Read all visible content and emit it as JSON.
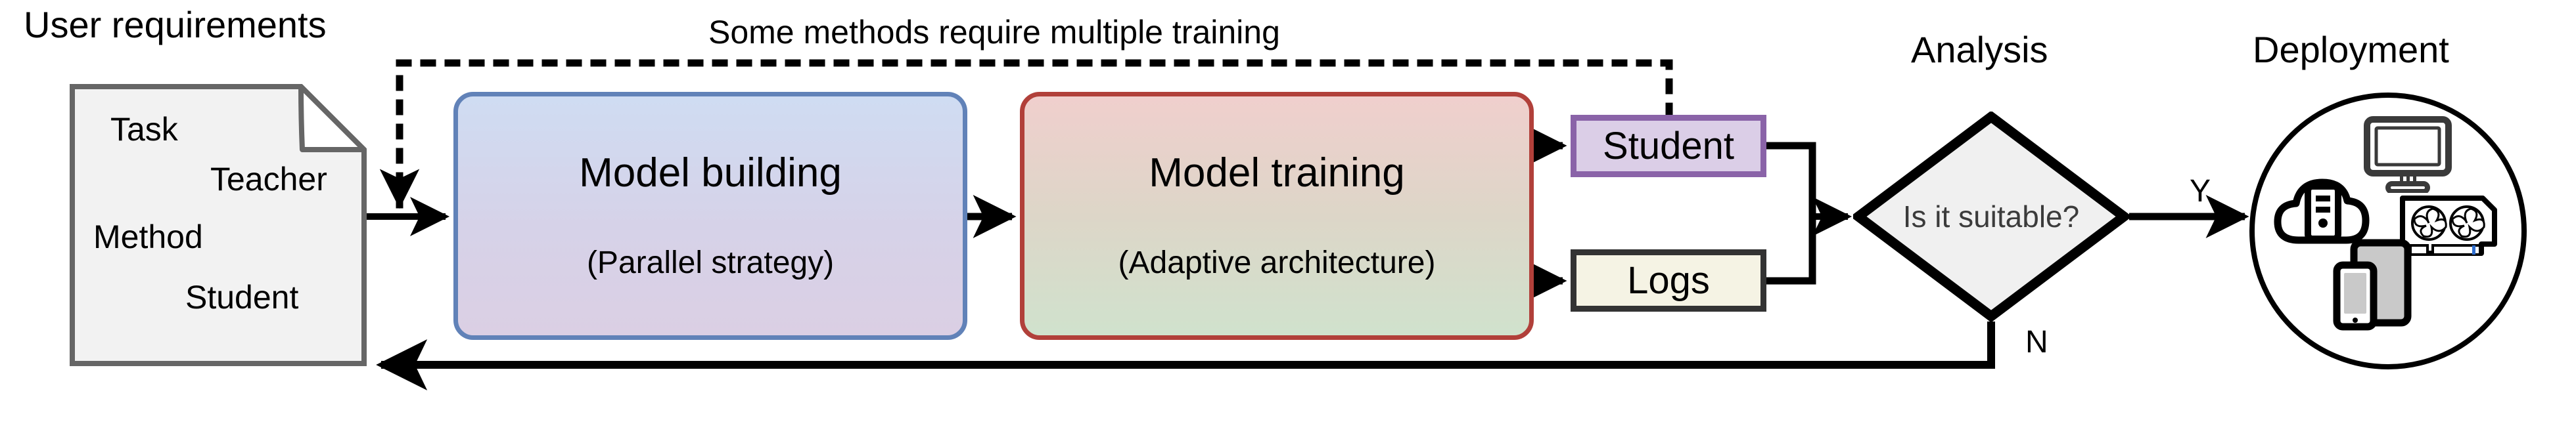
{
  "diagram": {
    "title_captions": {
      "user_requirements": "User requirements",
      "multiple_training": "Some methods require multiple training",
      "analysis": "Analysis",
      "deployment": "Deployment"
    },
    "document_node": {
      "name": "User requirements",
      "items": [
        "Task",
        "Teacher",
        "Method",
        "Student"
      ],
      "fill": "#f2f2f2",
      "stroke": "#666666"
    },
    "stages": [
      {
        "id": "model-building",
        "title": "Model building",
        "subtitle": "(Parallel strategy)",
        "border": "#6182b8",
        "gradient_from": "#cfdcf2",
        "gradient_to": "#dbcfe4"
      },
      {
        "id": "model-training",
        "title": "Model training",
        "subtitle": "(Adaptive architecture)",
        "border": "#b1403a",
        "gradient_from": "#f0cfcd",
        "gradient_to": "#d0e2cd"
      }
    ],
    "outputs": [
      {
        "id": "student",
        "label": "Student",
        "fill": "#dbcee7",
        "border": "#8a63a8"
      },
      {
        "id": "logs",
        "label": "Logs",
        "fill": "#f5f3e4",
        "border": "#333333"
      }
    ],
    "decision": {
      "label": "Is it suitable?",
      "fill": "#f0f0f0",
      "stroke": "#000000",
      "yes_label": "Y",
      "no_label": "N"
    },
    "deployment_circle": {
      "stroke": "#000000",
      "icons": [
        "cloud-server-icon",
        "monitor-icon",
        "gpu-card-icon",
        "mobile-tablet-icon"
      ]
    },
    "edges": [
      {
        "id": "requirements-to-build",
        "style": "solid",
        "label": ""
      },
      {
        "id": "build-to-train",
        "style": "solid",
        "label": ""
      },
      {
        "id": "train-to-student",
        "style": "solid",
        "label": ""
      },
      {
        "id": "train-to-logs",
        "style": "solid",
        "label": ""
      },
      {
        "id": "outputs-to-decision",
        "style": "solid",
        "label": ""
      },
      {
        "id": "decision-to-deployment",
        "style": "solid",
        "label": "Y"
      },
      {
        "id": "decision-to-requirements",
        "style": "solid",
        "label": "N"
      },
      {
        "id": "student-to-build-retrain",
        "style": "dotted",
        "label": "Some methods require multiple training"
      }
    ]
  }
}
